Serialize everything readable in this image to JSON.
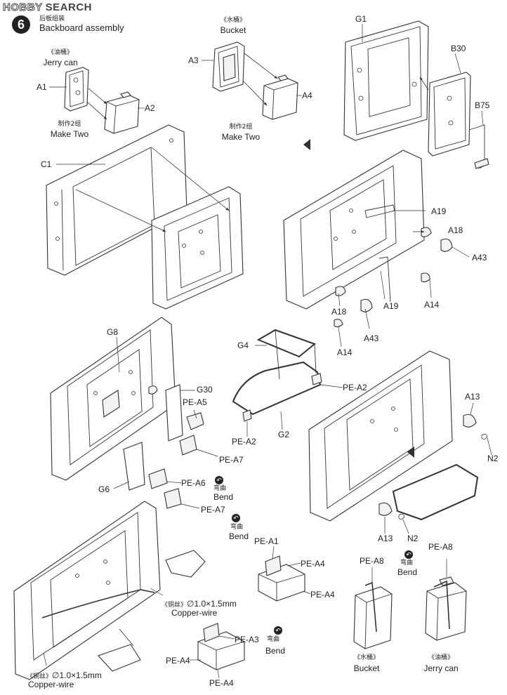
{
  "watermark": {
    "part1": "HOBBY",
    "part2": "SEARCH"
  },
  "step": {
    "number": "6",
    "title_zh": "后板组装",
    "title_en": "Backboard assembly"
  },
  "top_left": {
    "name_zh": "《油桶》",
    "name_en": "Jerry can",
    "make_zh": "制作2组",
    "make_en": "Make Two"
  },
  "top_mid": {
    "name_zh": "《水桶》",
    "name_en": "Bucket",
    "make_zh": "制作2组",
    "make_en": "Make Two"
  },
  "bend": {
    "zh": "弯曲",
    "en": "Bend",
    "icon": "bend-icon"
  },
  "copper_wire": {
    "zh": "《铜丝》",
    "spec": "∅1.0×1.5mm",
    "en": "Copper-wire"
  },
  "bottom_bucket": {
    "zh": "《水桶》",
    "en": "Bucket"
  },
  "bottom_jerry": {
    "zh": "《油桶》",
    "en": "Jerry can"
  },
  "parts": {
    "a1": "A1",
    "a2": "A2",
    "a3": "A3",
    "a4": "A4",
    "g1": "G1",
    "b30": "B30",
    "b75": "B75",
    "c1": "C1",
    "a19a": "A19",
    "a18a": "A18",
    "a43a": "A43",
    "a14a": "A14",
    "a18b": "A18",
    "a19b": "A19",
    "a43b": "A43",
    "a14b": "A14",
    "g4": "G4",
    "pea2a": "PE-A2",
    "pea2b": "PE-A2",
    "g2": "G2",
    "g8": "G8",
    "g30": "G30",
    "pea5": "PE-A5",
    "pea7a": "PE-A7",
    "g6": "G6",
    "pea6": "PE-A6",
    "pea7b": "PE-A7",
    "a13a": "A13",
    "n2a": "N2",
    "a13b": "A13",
    "n2b": "N2",
    "pea1": "PE-A1",
    "pea4a": "PE-A4",
    "pea4b": "PE-A4",
    "pea8a": "PE-A8",
    "pea8b": "PE-A8",
    "pea3": "PE-A3",
    "pea4c": "PE-A4",
    "pea4d": "PE-A4"
  }
}
